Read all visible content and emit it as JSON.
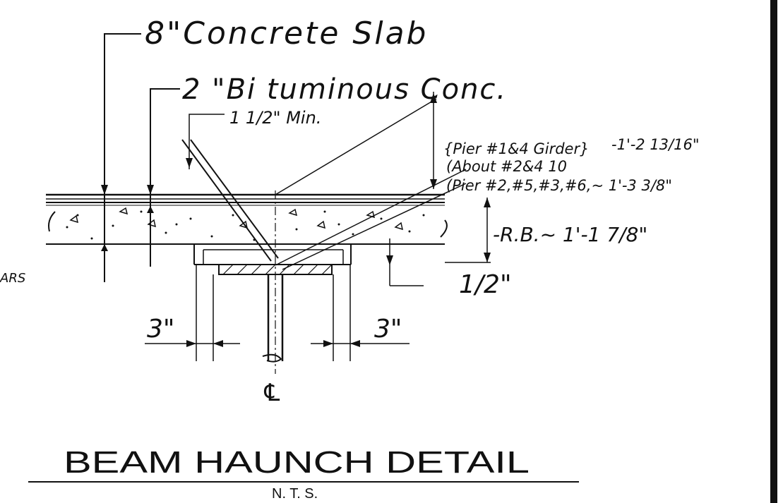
{
  "labels": {
    "slab": "8\"Concrete Slab",
    "bituminous": "2 \"Bi tuminous Conc.",
    "min": "1 1/2\" Min.",
    "pier1": "{Pier #1&4 Girder}",
    "about": "(About #2&4   10",
    "pier2": "(Pier #2,#5,#3,#6,~ 1'-3 3/8\"",
    "dim_top": "-1'-2 13/16\"",
    "rb": "-R.B.~ 1'-1 7/8\"",
    "half": "1/2\"",
    "three_left": "3\"",
    "three_right": "3\"",
    "centerline": "℄",
    "bars": "ARS"
  },
  "title": {
    "main": "BEAM HAUNCH DETAIL",
    "sub": "N. T. S."
  }
}
